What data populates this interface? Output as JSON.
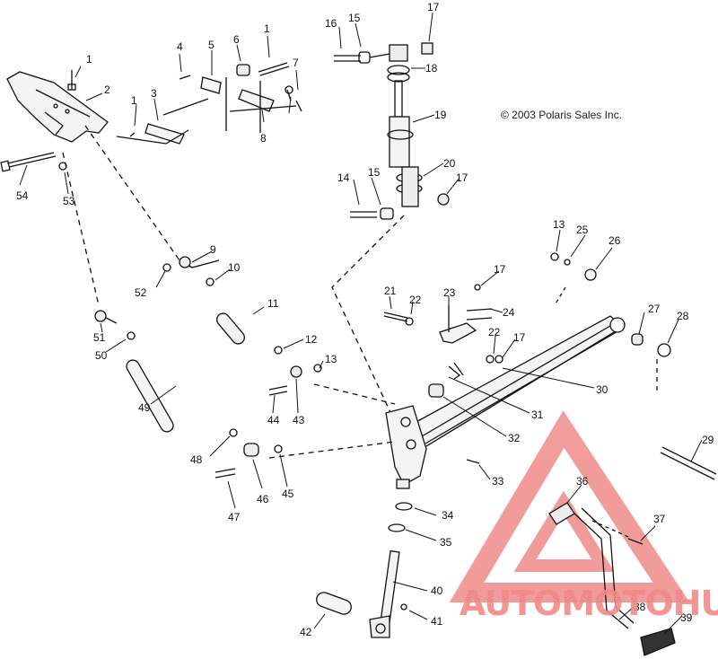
{
  "copyright": "© 2003 Polaris Sales Inc.",
  "watermark": {
    "text": "AUTOMOTOHUB",
    "color": "#e84a4a"
  },
  "callouts": [
    "1",
    "2",
    "3",
    "4",
    "5",
    "6",
    "1",
    "7",
    "8",
    "1",
    "54",
    "53",
    "16",
    "15",
    "17",
    "18",
    "19",
    "20",
    "15",
    "17",
    "14",
    "13",
    "25",
    "26",
    "9",
    "52",
    "10",
    "17",
    "21",
    "22",
    "23",
    "24",
    "22",
    "17",
    "11",
    "12",
    "13",
    "51",
    "50",
    "49",
    "44",
    "43",
    "48",
    "46",
    "45",
    "47",
    "27",
    "28",
    "30",
    "31",
    "32",
    "33",
    "29",
    "36",
    "34",
    "35",
    "37",
    "40",
    "41",
    "42",
    "38",
    "39"
  ]
}
